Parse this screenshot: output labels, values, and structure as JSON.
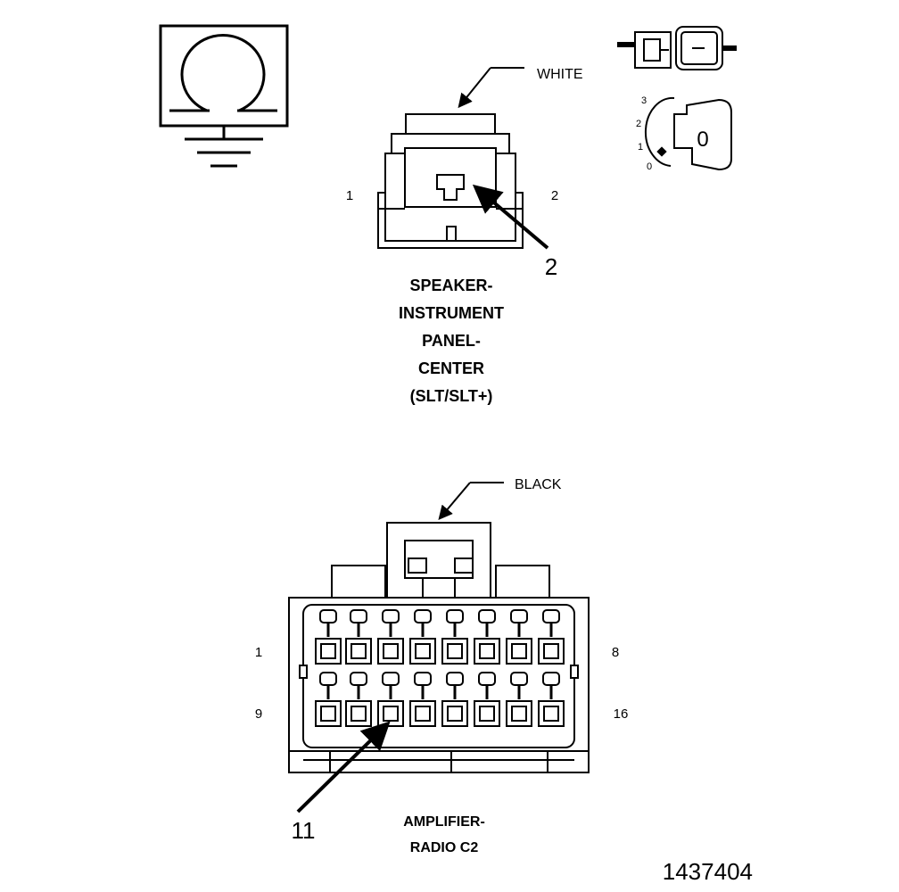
{
  "symbols": {
    "ohm_meter_icon": "ohm-meter-ground-icon",
    "ignition_icon": "ignition-switch-icon",
    "ignition_key_label": "0",
    "ignition_positions": [
      "3",
      "2",
      "1",
      "0"
    ]
  },
  "connector_speaker": {
    "color_label": "WHITE",
    "pin_left": "1",
    "pin_right": "2",
    "callout": "2",
    "caption_lines": [
      "SPEAKER-",
      "INSTRUMENT",
      "PANEL-",
      "CENTER",
      "(SLT/SLT+)"
    ]
  },
  "connector_amplifier": {
    "color_label": "BLACK",
    "pin_top_left": "1",
    "pin_top_right": "8",
    "pin_bottom_left": "9",
    "pin_bottom_right": "16",
    "callout": "11",
    "caption_lines": [
      "AMPLIFIER-",
      "RADIO C2"
    ]
  },
  "figure_number": "1437404"
}
